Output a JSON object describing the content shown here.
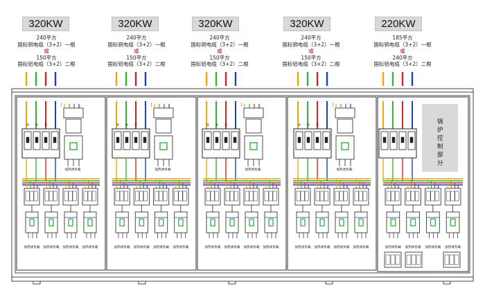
{
  "cabinets": [
    {
      "power": "320KW",
      "spec_line1": "240平方",
      "spec_line2": "国标铜电缆（3+2）一根",
      "or_text": "或",
      "spec_line3": "150平方",
      "spec_line4": "国标铝电缆（3+2）二根",
      "load_label": "加热体负载"
    },
    {
      "power": "320KW",
      "spec_line1": "240平方",
      "spec_line2": "国标铜电缆（3+2）一根",
      "or_text": "或",
      "spec_line3": "150平方",
      "spec_line4": "国标铝电缆（3+2）二根",
      "load_label": "加热体负载"
    },
    {
      "power": "320KW",
      "spec_line1": "240平方",
      "spec_line2": "国标铜电缆（3+2）一根",
      "or_text": "或",
      "spec_line3": "150平方",
      "spec_line4": "国标铝电缆（3+2）二根",
      "load_label": "加热体负载"
    },
    {
      "power": "320KW",
      "spec_line1": "240平方",
      "spec_line2": "国标铜电缆（3+2）一根",
      "or_text": "或",
      "spec_line3": "150平方",
      "spec_line4": "国标铝电缆（3+2）二根",
      "load_label": "加热体负载"
    },
    {
      "power": "220KW",
      "spec_line1": "185平方",
      "spec_line2": "国标铜电缆（3+2）一根",
      "or_text": "或",
      "spec_line3": "240平方",
      "spec_line4": "国标铝电缆（3+2）二根",
      "load_label": "加热体负载"
    }
  ],
  "boiler_control_label": "锅炉控制部分",
  "colors": {
    "wire_yellow": "#f0a800",
    "wire_green": "#2db82d",
    "wire_red": "#e02020",
    "wire_blue": "#1a3fbf",
    "panel_gray": "#d9d9d9"
  }
}
